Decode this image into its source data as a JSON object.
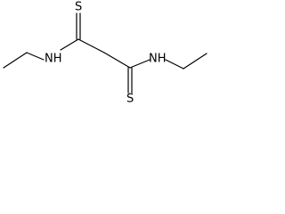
{
  "molecule": {
    "atoms": {
      "s_top": "S",
      "s_bottom": "S",
      "nh_left": "NH",
      "nh_right": "NH"
    }
  },
  "colors": {
    "bond": "#000000",
    "label": "#000000",
    "background": "#ffffff"
  }
}
